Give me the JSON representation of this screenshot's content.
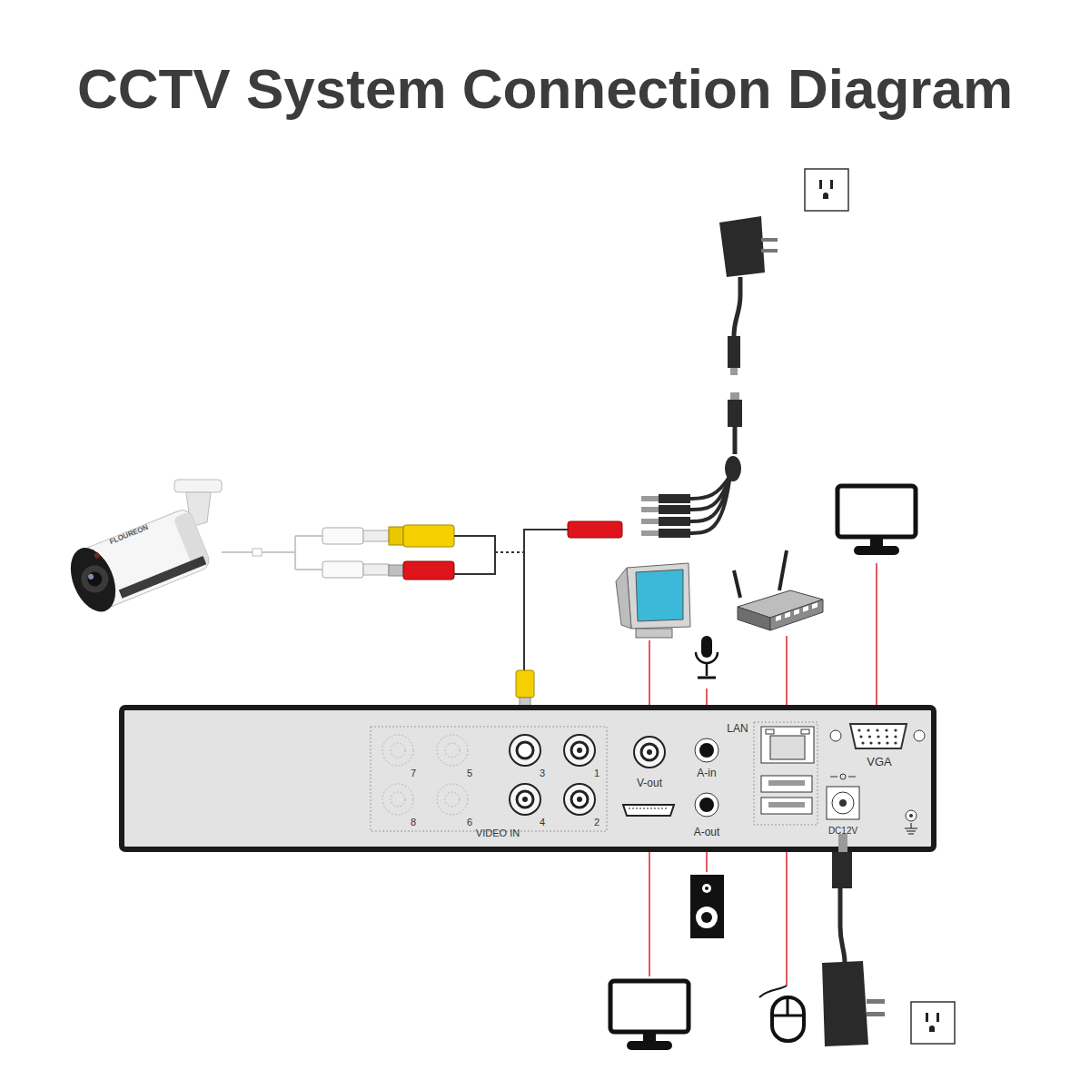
{
  "diagram": {
    "title": "CCTV System Connection Diagram",
    "labels": [
      "FLOUREON",
      "LAN",
      "VGA",
      "7",
      "5",
      "3",
      "1",
      "V-out",
      "A-in",
      "8",
      "6",
      "4",
      "2",
      "VIDEO IN",
      "A-out",
      "DC12V"
    ]
  }
}
